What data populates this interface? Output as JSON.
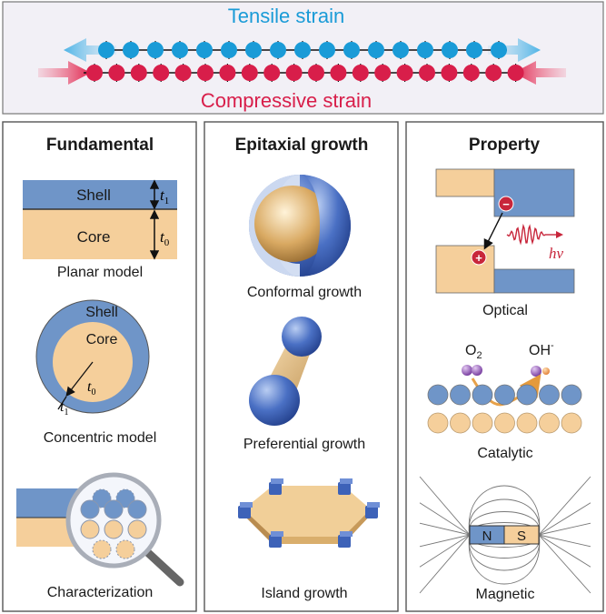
{
  "strain": {
    "tensile_label": "Tensile strain",
    "compressive_label": "Compressive strain"
  },
  "fundamental": {
    "title": "Fundamental",
    "planar": {
      "shell": "Shell",
      "core": "Core",
      "t1": "t",
      "t1_sub": "1",
      "t0": "t",
      "t0_sub": "0",
      "caption": "Planar model"
    },
    "concentric": {
      "shell": "Shell",
      "core": "Core",
      "t0": "t",
      "t0_sub": "0",
      "t1": "t",
      "t1_sub": "1",
      "caption": "Concentric model"
    },
    "characterization": {
      "caption": "Characterization"
    }
  },
  "epitaxial": {
    "title": "Epitaxial growth",
    "conformal": {
      "caption": "Conformal growth"
    },
    "preferential": {
      "caption": "Preferential growth"
    },
    "island": {
      "caption": "Island growth"
    }
  },
  "property": {
    "title": "Property",
    "optical": {
      "minus": "−",
      "plus": "+",
      "photon": "hν",
      "caption": "Optical"
    },
    "catalytic": {
      "o2": "O",
      "o2_sub": "2",
      "oh": "OH",
      "oh_sup": "-",
      "caption": "Catalytic"
    },
    "magnetic": {
      "north": "N",
      "south": "S",
      "caption": "Magnetic"
    }
  },
  "colors": {
    "tensile": "#1a9bd7",
    "compressive": "#d81e4a",
    "shell": "#6f95c8",
    "core": "#f5cf9b",
    "panel_border": "#555555",
    "top_bg": "#f2f0f6"
  }
}
